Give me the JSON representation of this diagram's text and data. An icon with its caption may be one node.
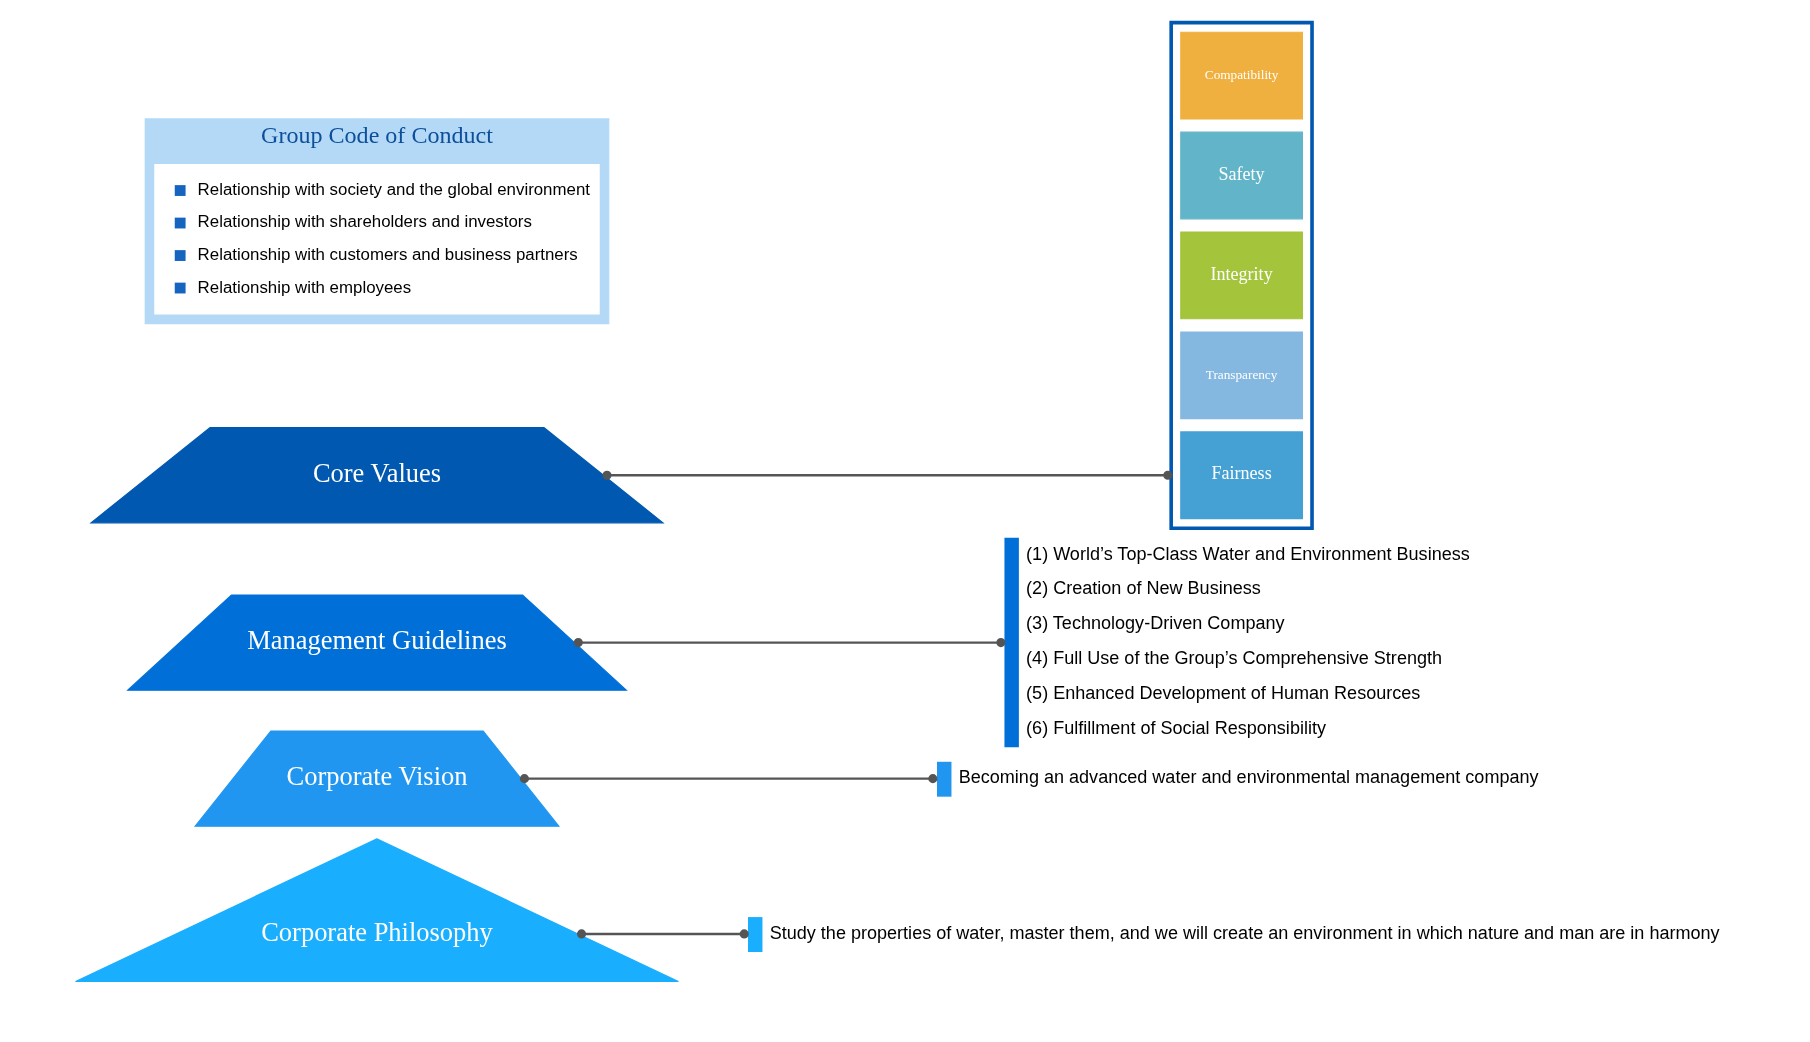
{
  "diagram": {
    "nodes": [
      {
        "text": [
          "Corporate Philosophy"
        ]
      },
      {
        "text": [
          "Corporate Vision"
        ]
      },
      {
        "text": [
          "Management Guidelines"
        ]
      },
      {
        "text": [
          "Core Values"
        ]
      },
      {
        "text": [
          "Group Code of Conduct"
        ]
      },
      {
        "text": [
          "Relationship with society and the global environment",
          "Relationship with shareholders and investors",
          "Relationship with customers and business partners",
          "Relationship with employees"
        ],
        "in": 4
      },
      {
        "text": [
          "Study the properties of water, master them, and we will create an environment in which nature and man are in harmony"
        ]
      },
      {
        "text": [
          "Becoming an advanced water and environmental management company"
        ]
      },
      {
        "text": [
          "(1) World’s Top-Class Water and Environment Business",
          "(2) Creation of New Business",
          "(3) Technology-Driven Company",
          "(4) Full Use of the Group’s Comprehensive Strength",
          "(5) Enhanced Development of Human Resources",
          "(6) Fulfillment of Social Responsibility"
        ]
      },
      {
        "text": [],
        "shape": "box"
      },
      {
        "text": [
          "Fairness"
        ],
        "in": 9
      },
      {
        "text": [
          "Transparency"
        ],
        "in": 9
      },
      {
        "text": [
          "Integrity"
        ],
        "in": 9
      },
      {
        "text": [
          "Safety"
        ],
        "in": 9
      },
      {
        "text": [
          "Compatibility"
        ],
        "in": 9
      }
    ],
    "edges": [
      {
        "from": 0,
        "to": 6,
        "arrow": "other"
      },
      {
        "from": 1,
        "to": 7,
        "arrow": "other"
      },
      {
        "from": 2,
        "to": 8,
        "arrow": "other"
      },
      {
        "from": 3,
        "to": 9,
        "arrow": "other"
      }
    ]
  }
}
